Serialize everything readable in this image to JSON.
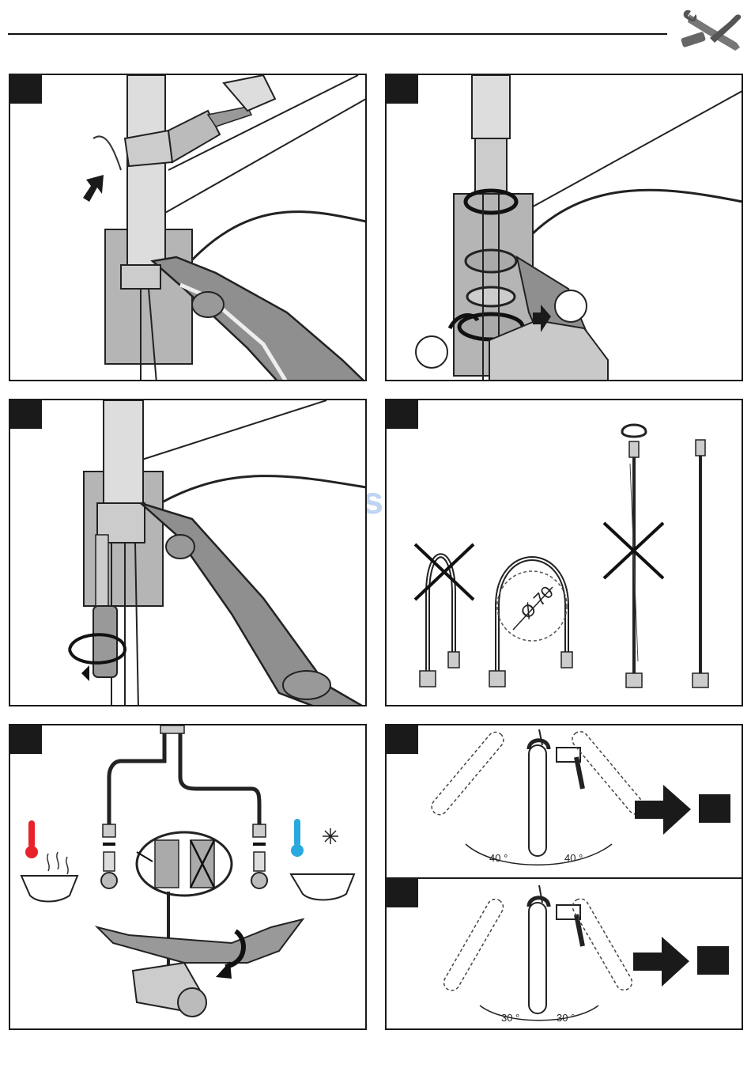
{
  "watermark": "ManualsLib.de",
  "panels": {
    "hose_bend": {
      "diameter_label": "Ø 70"
    },
    "angle_40": {
      "left_label": "40 °",
      "right_label": "40 °"
    },
    "angle_30": {
      "left_label": "30 °",
      "right_label": "30 °"
    }
  },
  "icons": {
    "header": "tools-icon",
    "hot_water": "thermometer-hot-icon",
    "cold_water": "thermometer-cold-icon"
  },
  "colors": {
    "hot": "#e8222b",
    "cold": "#2aa9e0",
    "watermark": "#a9c6ee"
  }
}
